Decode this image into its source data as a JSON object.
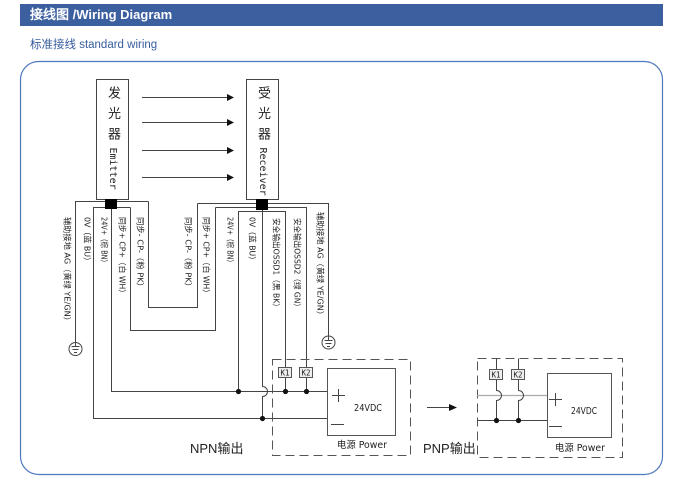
{
  "header": {
    "title": "接线图 /Wiring Diagram"
  },
  "subtitle": "标准接线 standard wiring",
  "emitter": {
    "name_cn": "发光器",
    "name_en": "Emitter",
    "wires": [
      "辅助接地 AG（黄绿 YE/GN）",
      "0V（蓝 BU）",
      "24V+（棕 BN）",
      "同步+ CP+（白 WH）",
      "同步- CP-（粉 PK）"
    ]
  },
  "receiver": {
    "name_cn": "受光器",
    "name_en": "Receiver",
    "wires": [
      "同步- CP-（粉 PK）",
      "同步+ CP+（白 WH）",
      "24V+（棕 BN）",
      "0V（蓝 BU）",
      "安全输出OSSD1（黑 BK）",
      "安全输出OSSD2（绿 GN）",
      "辅助接地 AG（黄绿 YE/GN）"
    ]
  },
  "npn": {
    "label": "NPN输出",
    "relays": [
      "K1",
      "K2"
    ],
    "power": {
      "voltage": "24VDC",
      "label": "电源 Power"
    }
  },
  "pnp": {
    "label": "PNP输出",
    "relays": [
      "K1",
      "K2"
    ],
    "power": {
      "voltage": "24VDC",
      "label": "电源 Power"
    }
  },
  "colors": {
    "header_bg": "#3c5f9f",
    "accent": "#365c9e",
    "border": "#5079bd",
    "wire": "#444444",
    "wire_light": "#aaaaaa"
  }
}
